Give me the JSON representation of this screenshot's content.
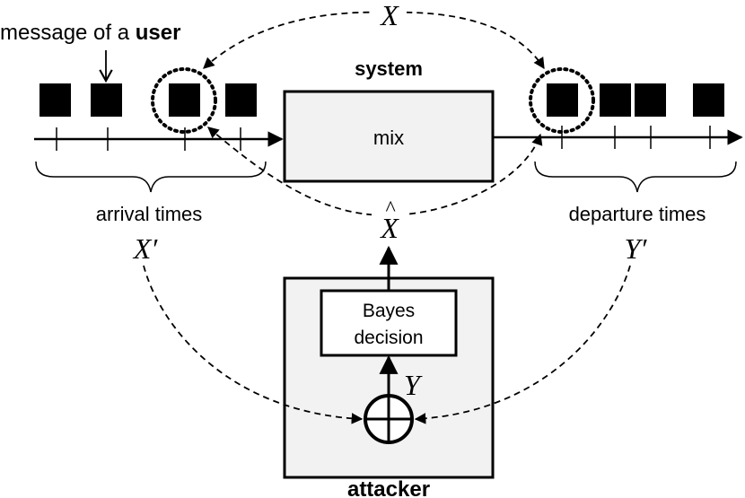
{
  "labels": {
    "message_prefix": "message of a ",
    "message_user": "user",
    "system": "system",
    "mix": "mix",
    "arrival_times": "arrival times",
    "departure_times": "departure times",
    "bayes_line1": "Bayes",
    "bayes_line2": "decision",
    "attacker": "attacker"
  },
  "variables": {
    "x": "X",
    "x_hat": "X",
    "x_hat_accent": "^",
    "x_prime": "X′",
    "y": "Y",
    "y_prime": "Y′"
  },
  "colors": {
    "stroke": "#000000",
    "box_fill": "#f2f2f2",
    "message_fill": "#000000"
  }
}
